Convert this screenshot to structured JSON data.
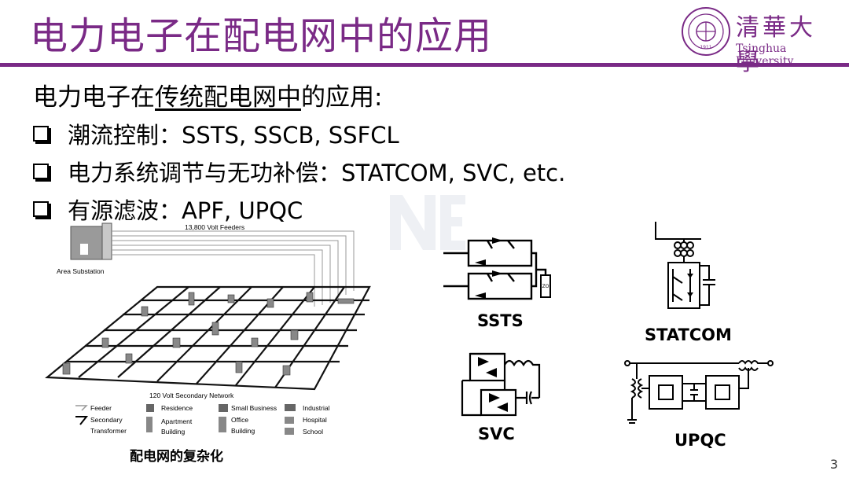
{
  "slide": {
    "title": "电力电子在配电网中的应用",
    "page_number": "3"
  },
  "logo": {
    "name": "清華大學",
    "subtitle": "Tsinghua University",
    "seal_text": "1911"
  },
  "heading": {
    "prefix": "电力电子在",
    "underlined": "传统配电网中",
    "suffix": "的应用:"
  },
  "bullets": [
    {
      "text": "潮流控制：SSTS, SSCB, SSFCL"
    },
    {
      "text": "电力系统调节与无功补偿：STATCOM, SVC, etc."
    },
    {
      "text": "有源滤波：APF, UPQC"
    }
  ],
  "network_figure": {
    "feeders_label": "13,800 Volt Feeders",
    "substation_label": "Area Substation",
    "secondary_label": "120 Volt Secondary Network",
    "legend": {
      "feeder": "Feeder",
      "secondary": "Secondary",
      "transformer": "Transformer",
      "residence": "Residence",
      "apartment": "Apartment",
      "building": "Building",
      "small_business": "Small Business",
      "office": "Office",
      "office_building": "Building",
      "industrial": "Industrial",
      "hospital": "Hospital",
      "school": "School"
    },
    "caption": "配电网的复杂化"
  },
  "circuits": {
    "ssts": "SSTS",
    "statcom": "STATCOM",
    "svc": "SVC",
    "upqc": "UPQC",
    "ssts_box": "ZO"
  }
}
